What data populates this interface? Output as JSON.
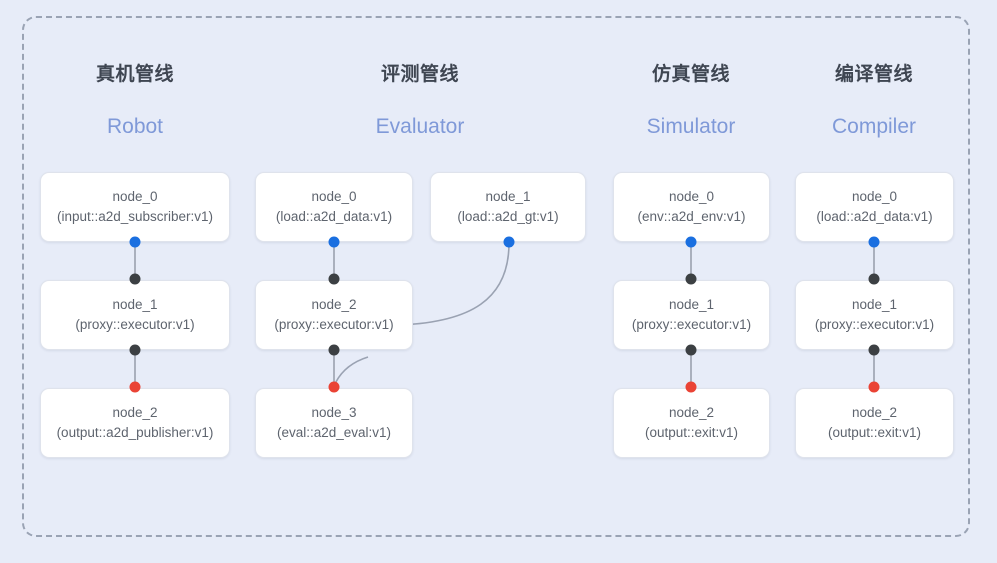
{
  "diagram": {
    "frame_style": "dashed",
    "background_color": "#e7ecf8",
    "accent_blue": "#1a6fe0",
    "accent_red": "#ea4335",
    "accent_black": "#3c4043",
    "subtitle_color": "#7f99d8",
    "line_color": "#aab0bd"
  },
  "columns": [
    {
      "title": "真机管线",
      "subtitle": "Robot",
      "nodes": [
        {
          "name": "node_0",
          "type": "(input::a2d_subscriber:v1)"
        },
        {
          "name": "node_1",
          "type": "(proxy::executor:v1)"
        },
        {
          "name": "node_2",
          "type": "(output::a2d_publisher:v1)"
        }
      ]
    },
    {
      "title": "评测管线",
      "subtitle": "Evaluator",
      "nodes": [
        {
          "name": "node_0",
          "type": "(load::a2d_data:v1)"
        },
        {
          "name": "node_1",
          "type": "(load::a2d_gt:v1)"
        },
        {
          "name": "node_2",
          "type": "(proxy::executor:v1)"
        },
        {
          "name": "node_3",
          "type": "(eval::a2d_eval:v1)"
        }
      ]
    },
    {
      "title": "仿真管线",
      "subtitle": "Simulator",
      "nodes": [
        {
          "name": "node_0",
          "type": "(env::a2d_env:v1)"
        },
        {
          "name": "node_1",
          "type": "(proxy::executor:v1)"
        },
        {
          "name": "node_2",
          "type": "(output::exit:v1)"
        }
      ]
    },
    {
      "title": "编译管线",
      "subtitle": "Compiler",
      "nodes": [
        {
          "name": "node_0",
          "type": "(load::a2d_data:v1)"
        },
        {
          "name": "node_1",
          "type": "(proxy::executor:v1)"
        },
        {
          "name": "node_2",
          "type": "(output::exit:v1)"
        }
      ]
    }
  ]
}
